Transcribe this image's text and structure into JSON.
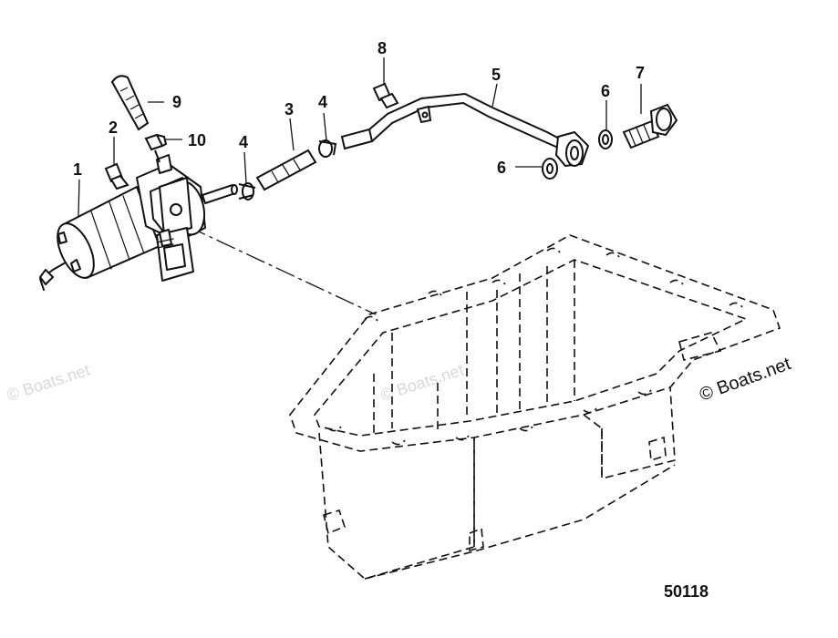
{
  "callouts": {
    "c1": "1",
    "c2": "2",
    "c3": "3",
    "c4a": "4",
    "c4b": "4",
    "c5": "5",
    "c6a": "6",
    "c6b": "6",
    "c7": "7",
    "c8": "8",
    "c9": "9",
    "c10": "10"
  },
  "document_number": "50118",
  "watermark": {
    "main": "© Boats.net",
    "faint": "© Boats.net"
  }
}
